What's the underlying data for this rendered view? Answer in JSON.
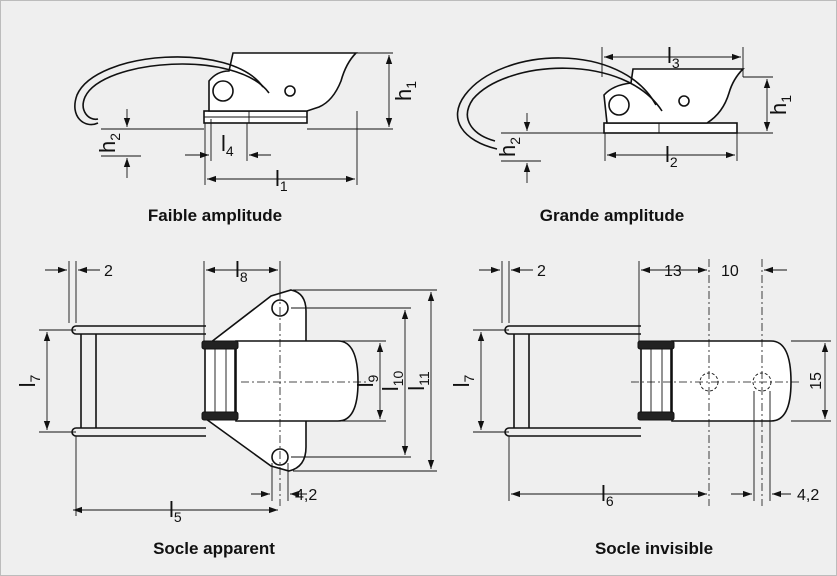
{
  "captions": {
    "top_left": "Faible amplitude",
    "top_right": "Grande amplitude",
    "bottom_left": "Socle apparent",
    "bottom_right": "Socle invisible"
  },
  "dimensions": {
    "h1_left": "h",
    "h1_left_sub": "1",
    "h2_left": "h",
    "h2_left_sub": "2",
    "l4": "l",
    "l4_sub": "4",
    "l1": "l",
    "l1_sub": "1",
    "l3": "l",
    "l3_sub": "3",
    "h1_right": "h",
    "h1_right_sub": "1",
    "h2_right": "h",
    "h2_right_sub": "2",
    "l2": "l",
    "l2_sub": "2",
    "two_left": "2",
    "l8": "l",
    "l8_sub": "8",
    "l7_left": "l",
    "l7_left_sub": "7",
    "l9": "l",
    "l9_sub": "9",
    "l10": "l",
    "l10_sub": "10",
    "l11": "l",
    "l11_sub": "11",
    "l5": "l",
    "l5_sub": "5",
    "hole_left": "4,2",
    "two_right": "2",
    "d13": "13",
    "d10": "10",
    "l7_right": "l",
    "l7_right_sub": "7",
    "d15": "15",
    "l6": "l",
    "l6_sub": "6",
    "hole_right": "4,2"
  }
}
